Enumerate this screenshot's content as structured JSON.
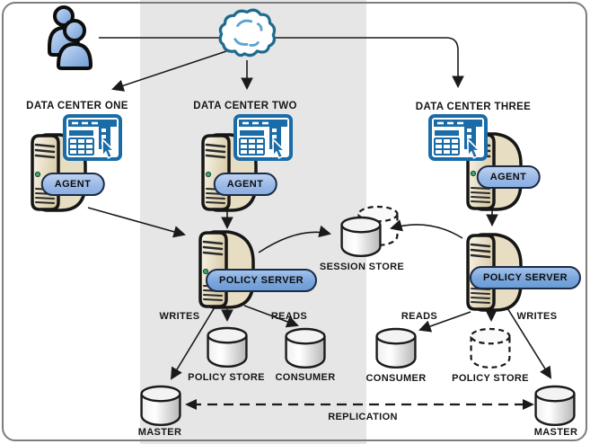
{
  "data_centers": {
    "one": {
      "title": "DATA CENTER ONE",
      "agent": "AGENT",
      "master": "MASTER"
    },
    "two": {
      "title": "DATA CENTER TWO",
      "agent": "AGENT",
      "policy_server": "POLICY SERVER",
      "writes": "WRITES",
      "reads": "READS",
      "policy_store": "POLICY STORE",
      "consumer": "CONSUMER"
    },
    "three": {
      "title": "DATA CENTER THREE",
      "agent": "AGENT",
      "policy_server": "POLICY SERVER",
      "reads": "READS",
      "writes": "WRITES",
      "consumer": "CONSUMER",
      "policy_store": "POLICY STORE",
      "master": "MASTER"
    }
  },
  "shared": {
    "session_store": "SESSION STORE",
    "replication": "REPLICATION"
  },
  "icons": {
    "users": "users-icon",
    "internet": "cloud-icon",
    "agent_host": "server-tower-icon",
    "web_app": "browser-window-icon",
    "datastore": "database-cylinder-icon"
  },
  "colors": {
    "highlight_band": "#e6e6e6",
    "frame_border": "#7d7d7d",
    "agent_badge": "#98b8e6",
    "policy_badge": "#7aa6dc",
    "browser_blue": "#1a6ca8",
    "cloud_outline": "#1d6b8f",
    "arrow": "#1a1a1a"
  }
}
